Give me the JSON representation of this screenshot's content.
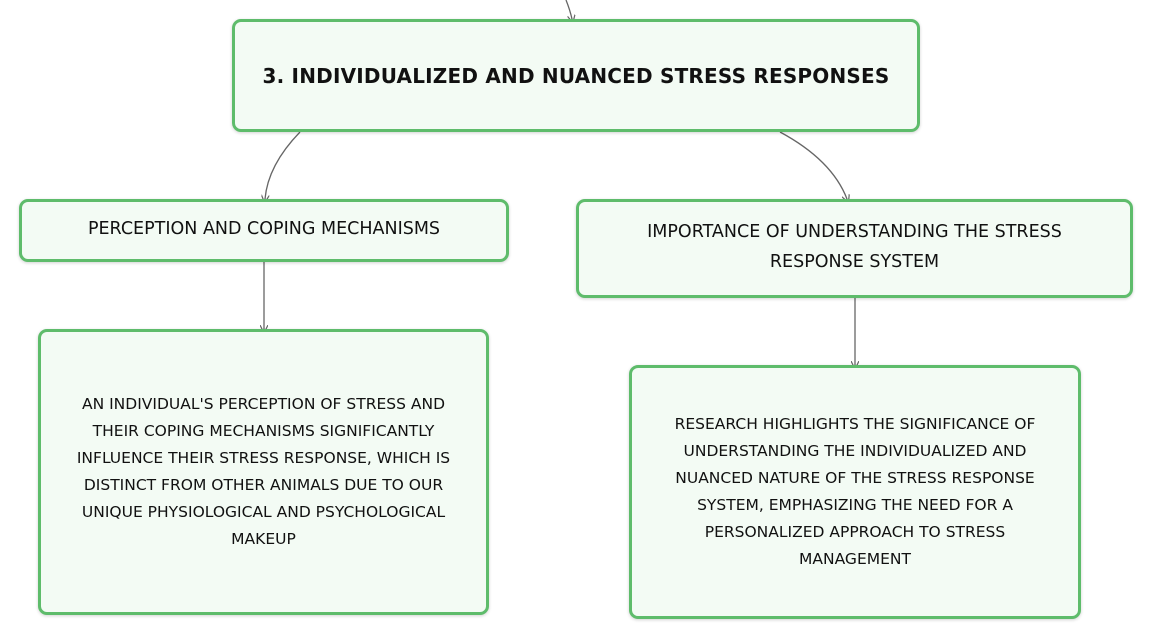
{
  "colors": {
    "node_border": "#5ebc6b",
    "node_fill": "#f3fbf4",
    "connector": "#666666",
    "text": "#111111"
  },
  "diagram": {
    "root": {
      "label": "3. INDIVIDUALIZED AND NUANCED STRESS RESPONSES"
    },
    "left_branch": {
      "label": "PERCEPTION AND COPING MECHANISMS",
      "detail": "AN INDIVIDUAL'S PERCEPTION OF STRESS AND THEIR COPING MECHANISMS SIGNIFICANTLY INFLUENCE THEIR STRESS RESPONSE, WHICH IS DISTINCT FROM OTHER ANIMALS DUE TO OUR UNIQUE PHYSIOLOGICAL AND PSYCHOLOGICAL MAKEUP"
    },
    "right_branch": {
      "label": "IMPORTANCE OF UNDERSTANDING THE STRESS RESPONSE SYSTEM",
      "detail": "RESEARCH HIGHLIGHTS THE SIGNIFICANCE OF UNDERSTANDING THE INDIVIDUALIZED AND NUANCED NATURE OF THE STRESS RESPONSE SYSTEM, EMPHASIZING THE NEED FOR A PERSONALIZED APPROACH TO STRESS MANAGEMENT"
    }
  }
}
